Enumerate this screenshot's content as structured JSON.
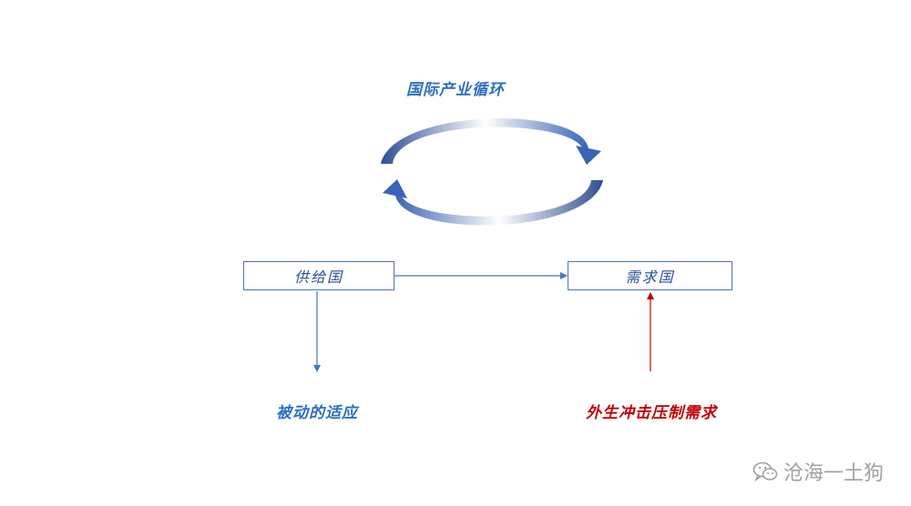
{
  "cycle_label": "国际产业循环",
  "supplier_box": "供给国",
  "demand_box": "需求国",
  "supplier_result": "被动的适应",
  "demand_cause": "外生冲击压制需求",
  "watermark": "沧海一土狗",
  "colors": {
    "blue_label": "#2a6fbf",
    "red_label": "#c00000",
    "box_border": "#4a72c4",
    "arrow_blue": "#4a72c4",
    "arrow_red": "#c00000",
    "watermark_gray": "#a0a0a0"
  },
  "icons": {
    "watermark": "wechat-icon"
  }
}
